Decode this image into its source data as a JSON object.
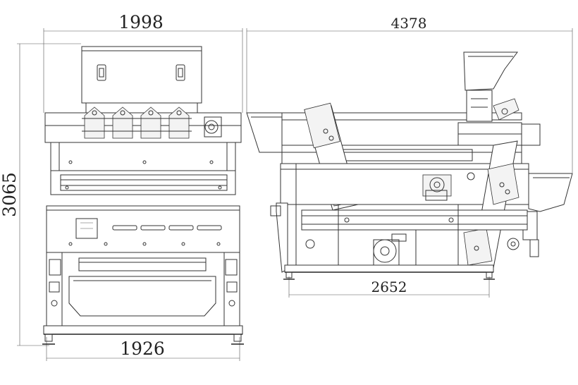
{
  "dimensions": {
    "front_top_width": "1998",
    "front_height": "3065",
    "front_bottom_width": "1926",
    "side_top_length": "4378",
    "side_bottom_length": "2652"
  }
}
